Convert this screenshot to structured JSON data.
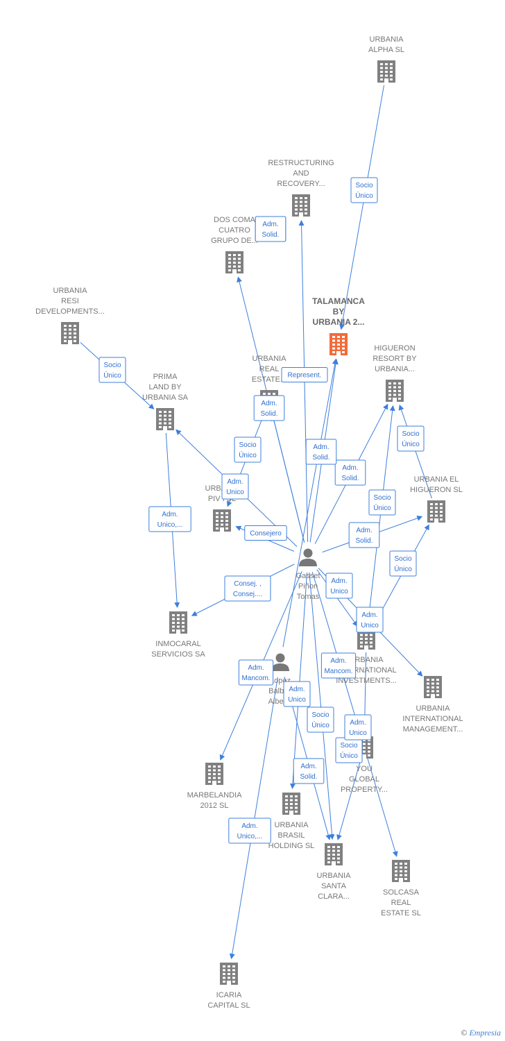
{
  "colors": {
    "edge": "#3d7fdc",
    "company": "#808080",
    "highlight": "#f26b3a",
    "person": "#777777"
  },
  "nodes": [
    {
      "id": "alpha",
      "type": "company",
      "lines": [
        "URBANIA",
        "ALPHA  SL"
      ]
    },
    {
      "id": "restr",
      "type": "company",
      "lines": [
        "RESTRUCTURING",
        "AND",
        "RECOVERY..."
      ]
    },
    {
      "id": "doscoma",
      "type": "company",
      "lines": [
        "DOS COMA",
        "CUATRO",
        "GRUPO DE..."
      ]
    },
    {
      "id": "talamanca",
      "type": "company",
      "highlight": true,
      "lines": [
        "TALAMANCA",
        "BY",
        "URBANIA 2..."
      ]
    },
    {
      "id": "resi",
      "type": "company",
      "lines": [
        "URBANIA",
        "RESI",
        "DEVELOPMENTS..."
      ]
    },
    {
      "id": "prima",
      "type": "company",
      "lines": [
        "PRIMA",
        "LAND BY",
        "URBANIA SA"
      ]
    },
    {
      "id": "higueron_resort",
      "type": "company",
      "lines": [
        "HIGUERON",
        "RESORT BY",
        "URBANIA..."
      ]
    },
    {
      "id": "realestate",
      "type": "company",
      "lines": [
        "URBANIA",
        "REAL",
        "ESTATE..."
      ]
    },
    {
      "id": "piv",
      "type": "company",
      "lines": [
        "URBANIA",
        "PIV I  SL"
      ]
    },
    {
      "id": "higueron_sl",
      "type": "company",
      "lines": [
        "URBANIA EL",
        "HIGUERON  SL"
      ]
    },
    {
      "id": "inmocaral",
      "type": "company",
      "lines": [
        "INMOCARAL",
        "SERVICIOS SA"
      ]
    },
    {
      "id": "intl_inv",
      "type": "company",
      "lines": [
        "URBANIA",
        "INTERNATIONAL",
        "INVESTMENTS..."
      ]
    },
    {
      "id": "intl_mgmt",
      "type": "company",
      "lines": [
        "URBANIA",
        "INTERNATIONAL",
        "MANAGEMENT..."
      ]
    },
    {
      "id": "you",
      "type": "company",
      "lines": [
        "YOU",
        "GLOBAL",
        "PROPERTY..."
      ]
    },
    {
      "id": "marbelandia",
      "type": "company",
      "lines": [
        "MARBELANDIA",
        "2012 SL"
      ]
    },
    {
      "id": "brasil",
      "type": "company",
      "lines": [
        "URBANIA",
        "BRASIL",
        "HOLDING  SL"
      ]
    },
    {
      "id": "santaclara",
      "type": "company",
      "lines": [
        "URBANIA",
        "SANTA",
        "CLARA..."
      ]
    },
    {
      "id": "solcasa",
      "type": "company",
      "lines": [
        "SOLCASA",
        "REAL",
        "ESTATE  SL"
      ]
    },
    {
      "id": "icaria",
      "type": "company",
      "lines": [
        "ICARIA",
        "CAPITAL SL"
      ]
    },
    {
      "id": "gasset",
      "type": "person",
      "lines": [
        "Gasset",
        "Piñon",
        "Tomas"
      ]
    },
    {
      "id": "lopez",
      "type": "person",
      "lines": [
        "Lopez",
        "Balbas",
        "Alberto"
      ]
    }
  ],
  "edges": [
    {
      "from": "alpha",
      "to": "talamanca",
      "label": [
        "Socio",
        "Único"
      ]
    },
    {
      "from": "gasset",
      "to": "restr",
      "label": [
        "Adm.",
        "Solid."
      ]
    },
    {
      "from": "gasset",
      "to": "doscoma",
      "label": [
        "Adm.",
        "Solid."
      ]
    },
    {
      "from": "resi",
      "to": "prima",
      "label": [
        "Socio",
        "Único"
      ]
    },
    {
      "from": "gasset",
      "to": "talamanca",
      "label": [
        "Represent."
      ]
    },
    {
      "from": "lopez",
      "to": "talamanca",
      "label": [
        "Adm.",
        "Solid."
      ]
    },
    {
      "from": "gasset",
      "to": "higueron_resort",
      "label": [
        "Adm.",
        "Solid."
      ]
    },
    {
      "from": "higueron_sl",
      "to": "higueron_resort",
      "label": [
        "Socio",
        "Único"
      ]
    },
    {
      "from": "intl_inv",
      "to": "higueron_resort",
      "label": [
        "Socio",
        "Único"
      ]
    },
    {
      "from": "gasset",
      "to": "realestate",
      "label": [
        "Adm.",
        "Solid."
      ]
    },
    {
      "from": "realestate",
      "to": "piv",
      "label": [
        "Socio",
        "Único"
      ]
    },
    {
      "from": "gasset",
      "to": "prima",
      "label": [
        "Adm.",
        "Unico"
      ]
    },
    {
      "from": "prima",
      "to": "inmocaral",
      "label": [
        "Adm.",
        "Unico,..."
      ]
    },
    {
      "from": "gasset",
      "to": "piv",
      "label": [
        "Consejero"
      ]
    },
    {
      "from": "gasset",
      "to": "higueron_sl",
      "label": [
        "Adm.",
        "Solid."
      ]
    },
    {
      "from": "intl_inv",
      "to": "higueron_sl",
      "label": [
        "Socio",
        "Único"
      ]
    },
    {
      "from": "gasset",
      "to": "inmocaral",
      "label": [
        "Consej. ,",
        "Consej...."
      ]
    },
    {
      "from": "gasset",
      "to": "intl_inv",
      "label": [
        "Adm.",
        "Unico"
      ]
    },
    {
      "from": "gasset",
      "to": "intl_mgmt",
      "label": [
        "Adm.",
        "Unico"
      ]
    },
    {
      "from": "gasset",
      "to": "marbelandia",
      "label": [
        "Adm.",
        "Mancom."
      ]
    },
    {
      "from": "gasset",
      "to": "santaclara",
      "label": [
        "Adm.",
        "Mancom."
      ]
    },
    {
      "from": "lopez",
      "to": "santaclara",
      "label": [
        "Adm.",
        "Unico"
      ]
    },
    {
      "from": "gasset",
      "to": "brasil",
      "label": [
        "Adm.",
        "Solid."
      ]
    },
    {
      "from": "intl_inv",
      "to": "you",
      "label": [
        "Socio",
        "Único"
      ]
    },
    {
      "from": "you",
      "to": "santaclara",
      "label": [
        "Socio",
        "Único"
      ]
    },
    {
      "from": "gasset",
      "to": "solcasa",
      "label": [
        "Adm.",
        "Unico"
      ]
    },
    {
      "from": "lopez",
      "to": "icaria",
      "label": [
        "Adm.",
        "Unico,..."
      ]
    }
  ],
  "footer": {
    "copyright": "©",
    "brand": "Empresia"
  }
}
